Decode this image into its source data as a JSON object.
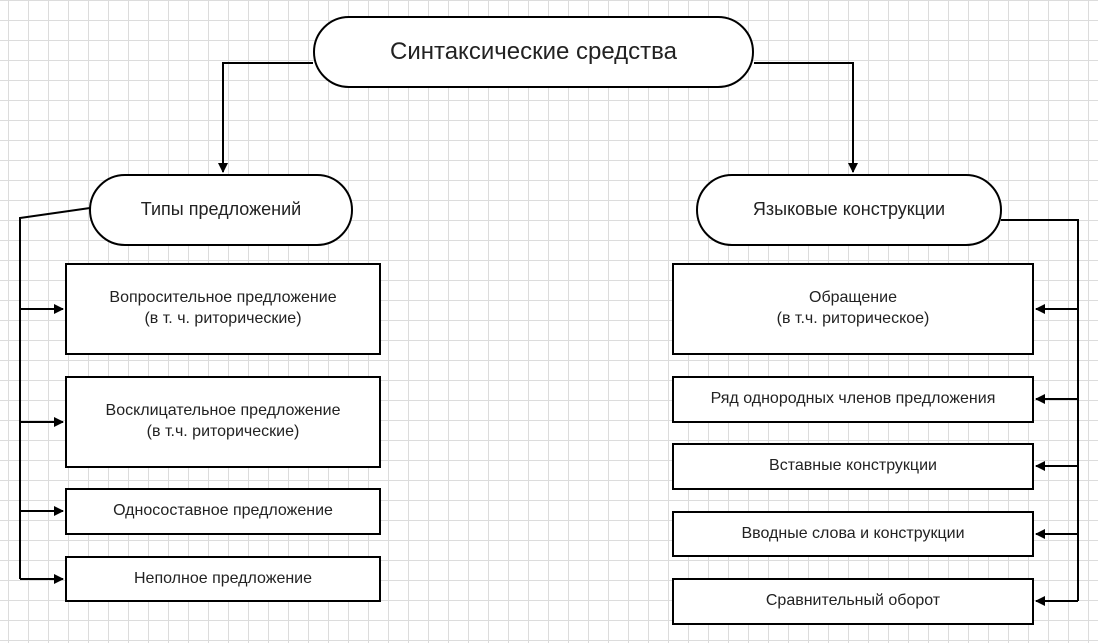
{
  "diagram": {
    "root": {
      "label": "Синтаксические средства"
    },
    "left_branch": {
      "label": "Типы предложений",
      "items": [
        "Вопросительное предложение\n(в т. ч. риторические)",
        "Восклицательное предложение\n(в т.ч. риторические)",
        "Односоставное предложение",
        "Неполное предложение"
      ]
    },
    "right_branch": {
      "label": "Языковые конструкции",
      "items": [
        "Обращение\n(в т.ч. риторическое)",
        "Ряд однородных членов предложения",
        "Вставные конструкции",
        "Вводные слова и конструкции",
        "Сравнительный оборот"
      ]
    }
  }
}
